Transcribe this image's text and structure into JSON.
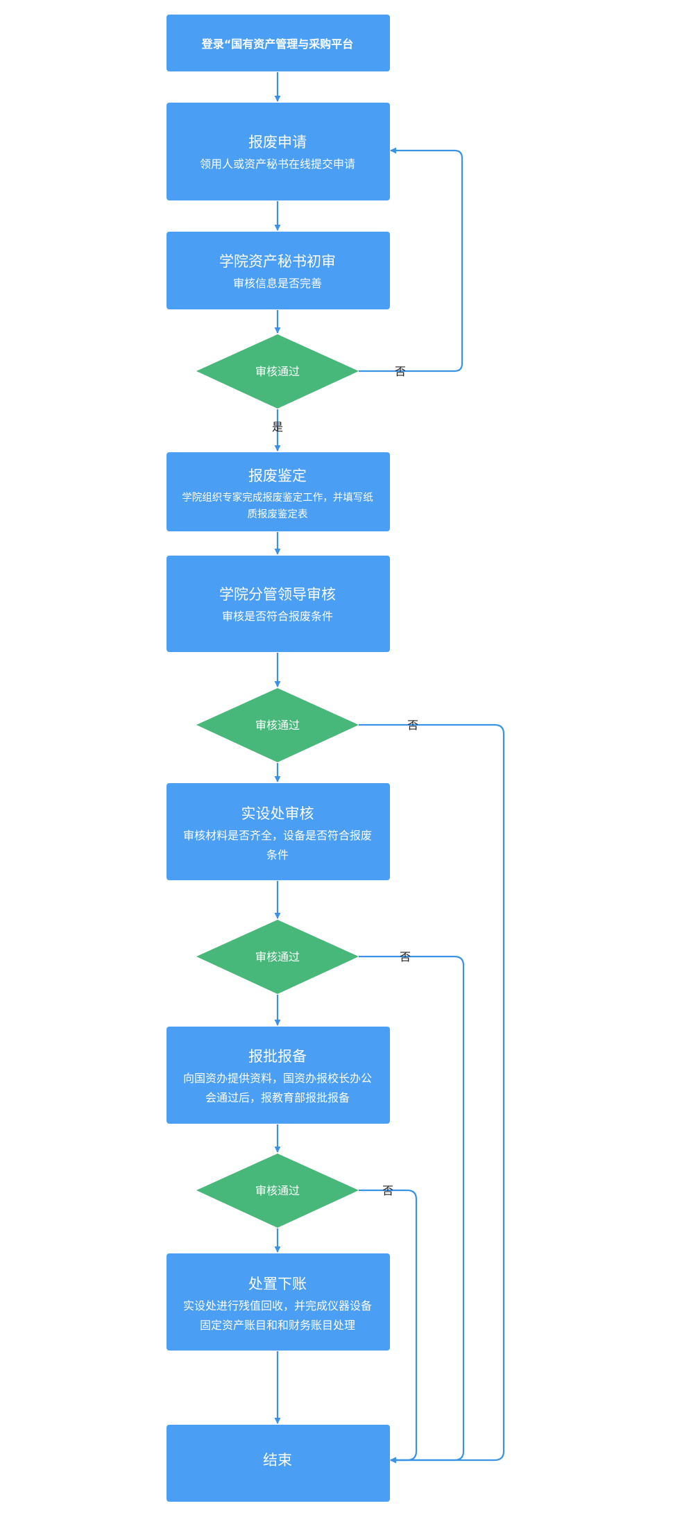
{
  "colors": {
    "box": "#4a9ff5",
    "diamond": "#47b77a",
    "edge": "#3a92e6",
    "text_on_shape": "#ffffff",
    "edge_label": "#222222"
  },
  "steps": {
    "login": {
      "title": "登录“国有资产管理与采购平台"
    },
    "apply": {
      "title": "报废申请",
      "desc": [
        "领用人或资产秘书在线提交申请"
      ]
    },
    "college_secretary": {
      "title": "学院资产秘书初审",
      "desc": [
        "审核信息是否完善"
      ]
    },
    "appraisal": {
      "title": "报废鉴定",
      "desc": [
        "学院组织专家完成报废鉴定工作，并填写纸",
        "质报废鉴定表"
      ]
    },
    "college_leader": {
      "title": "学院分管领导审核",
      "desc": [
        "审核是否符合报废条件"
      ]
    },
    "lab_office": {
      "title": "实设处审核",
      "desc": [
        "审核材料是否齐全，设备是否符合报废",
        "条件"
      ]
    },
    "report": {
      "title": "报批报备",
      "desc": [
        "向国资办提供资料，国资办报校长办公",
        "会通过后，报教育部报批报备"
      ]
    },
    "disposal": {
      "title": "处置下账",
      "desc": [
        "实设处进行残值回收，并完成仪器设备",
        "固定资产账目和和财务账目处理"
      ]
    },
    "end": {
      "title": "结束"
    }
  },
  "decisions": {
    "d1": {
      "label": "审核通过",
      "yes": "是",
      "no": "否"
    },
    "d2": {
      "label": "审核通过",
      "no": "否"
    },
    "d3": {
      "label": "审核通过",
      "no": "否"
    },
    "d4": {
      "label": "审核通过",
      "no": "否"
    }
  }
}
